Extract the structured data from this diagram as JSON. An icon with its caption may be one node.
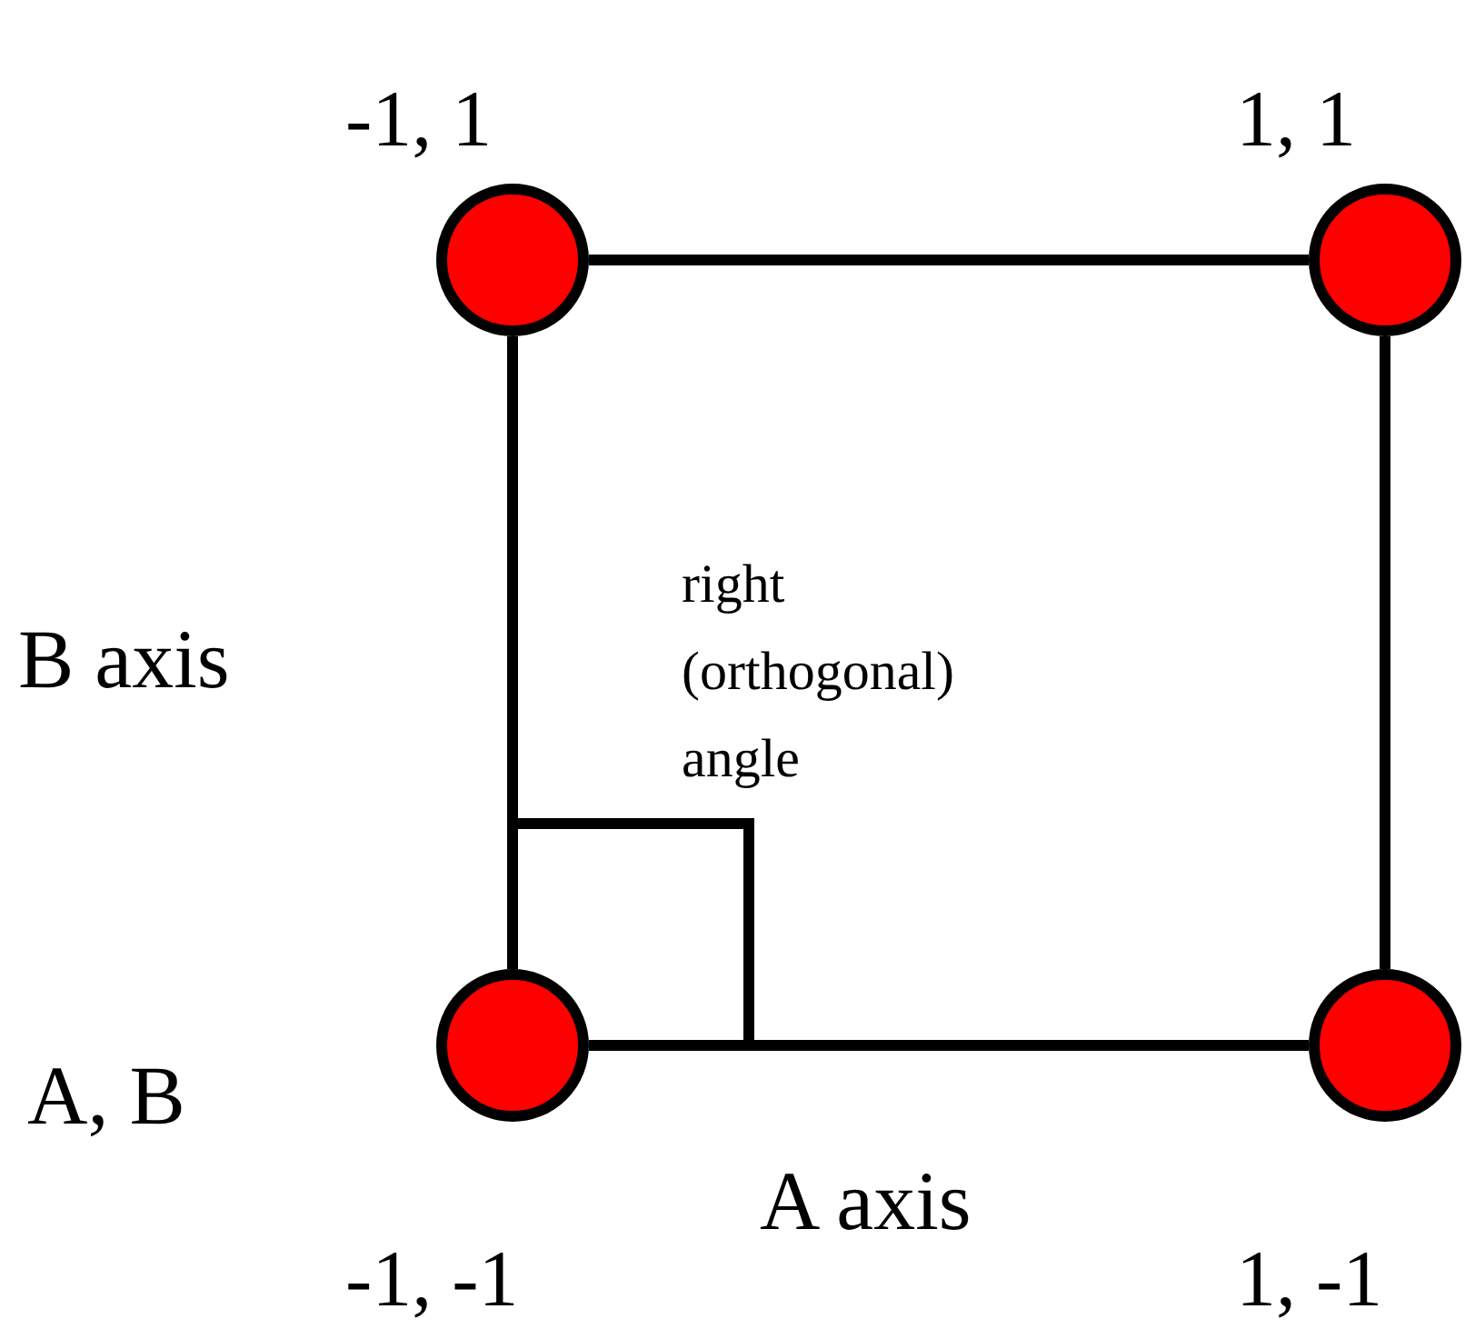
{
  "diagram": {
    "nodes": [
      {
        "text": [],
        "shape": "circle",
        "beside": [
          "-1, 1"
        ]
      },
      {
        "text": [],
        "shape": "circle",
        "beside": [
          "1, 1"
        ]
      },
      {
        "text": [],
        "shape": "circle",
        "beside": [
          "-1, -1"
        ]
      },
      {
        "text": [],
        "shape": "circle",
        "beside": [
          "1, -1"
        ]
      }
    ],
    "edges": [
      {
        "from": 0,
        "to": 1,
        "arrow": "none"
      },
      {
        "from": 0,
        "to": 2,
        "arrow": "none"
      },
      {
        "from": 1,
        "to": 3,
        "arrow": "none"
      },
      {
        "from": 2,
        "to": 3,
        "arrow": "none"
      }
    ],
    "labels": [
      "B axis",
      "right (orthogonal) angle",
      "A, B",
      "A axis"
    ]
  }
}
